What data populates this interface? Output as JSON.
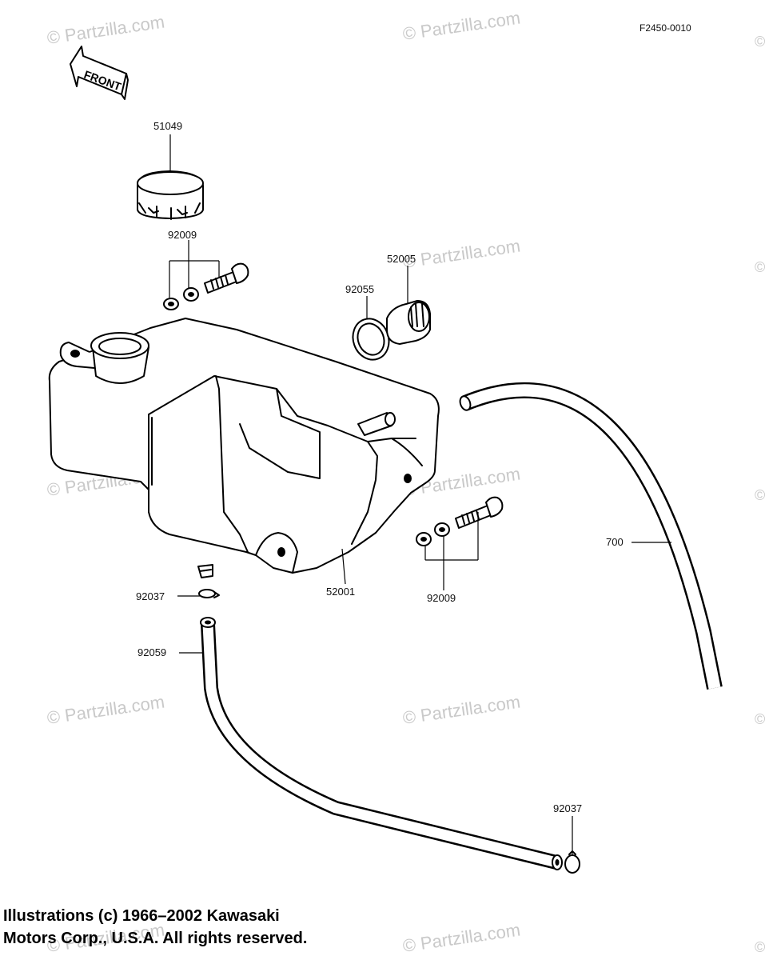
{
  "diagram_code": "F2450-0010",
  "front_label": "FRONT",
  "watermark": "© Partzilla.com",
  "watermark_edge": "©",
  "parts": [
    {
      "id": "cap",
      "number": "51049"
    },
    {
      "id": "bolt-top",
      "number": "92009"
    },
    {
      "id": "plug",
      "number": "52005"
    },
    {
      "id": "oring",
      "number": "92055"
    },
    {
      "id": "tank",
      "number": "52001"
    },
    {
      "id": "bolt-side",
      "number": "92009"
    },
    {
      "id": "hose-right",
      "number": "700"
    },
    {
      "id": "clamp-top",
      "number": "92037"
    },
    {
      "id": "hose-bottom",
      "number": "92059"
    },
    {
      "id": "clamp-bottom",
      "number": "92037"
    }
  ],
  "copyright": {
    "line1": "Illustrations (c) 1966–2002 Kawasaki",
    "line2": "Motors Corp., U.S.A.  All rights reserved."
  }
}
